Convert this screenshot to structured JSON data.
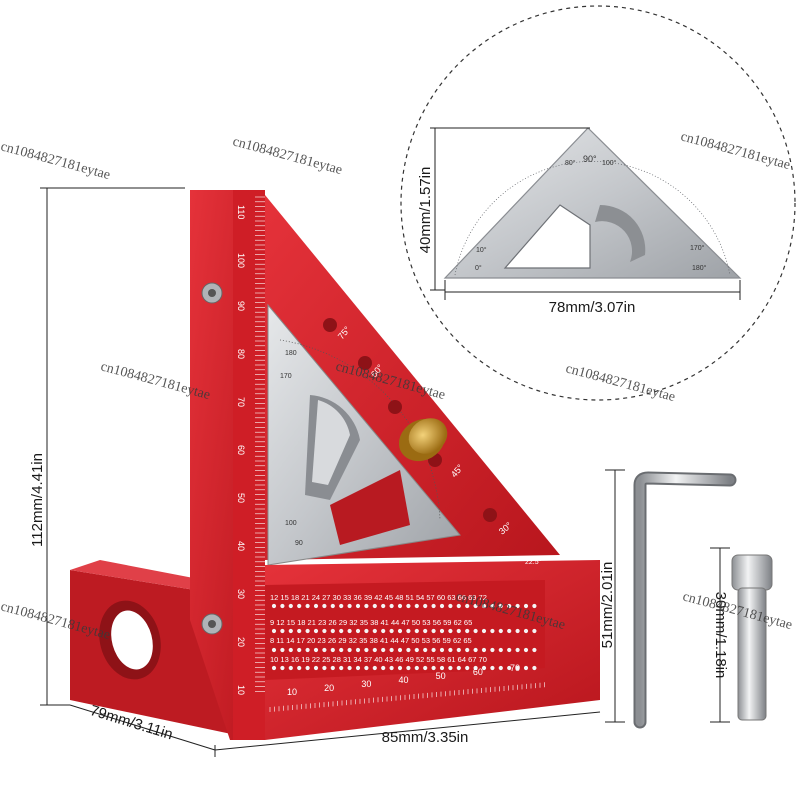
{
  "dimensions": {
    "height_main": "112mm/4.41in",
    "width_base": "79mm/3.11in",
    "width_front": "85mm/3.35in",
    "inset_height": "40mm/1.57in",
    "inset_width": "78mm/3.07in",
    "wrench_length": "51mm/2.01in",
    "pin_length": "30mm/1.18in"
  },
  "watermark": "cn1084827181eytae",
  "vertical_scale": [
    "10",
    "20",
    "30",
    "40",
    "50",
    "60",
    "70",
    "80",
    "90",
    "100",
    "110"
  ],
  "horizontal_scale": [
    "10",
    "20",
    "30",
    "40",
    "50",
    "60",
    "70"
  ],
  "angle_marks": [
    "75°",
    "60°",
    "45°",
    "30°",
    "22.5°"
  ],
  "inset_angles": [
    "80°",
    "90°",
    "100°",
    "10°",
    "0°",
    "170°",
    "180°"
  ],
  "hole_rows": {
    "row1": "12 15 18 21 24 27 30 33 36 39 42 45 48 51 54 57 60 63 66 69 72",
    "row2": "9 12 15 18 21 23 26 29 32 35 38 41 44 47 50 53 56 59 62 65",
    "row3": "8 11 14 17 20 23 26 29 32 35 38 41 44 47 50 53 56 59 62 65",
    "row4": "10 13 16 19 22 25 28 31 34 37 40 43 46 49 52 55 58 61 64 67 70"
  },
  "colors": {
    "aluminum_red": "#d42027",
    "aluminum_dark": "#a5151b",
    "steel": "#c9cbcf",
    "brass": "#c8962a"
  }
}
